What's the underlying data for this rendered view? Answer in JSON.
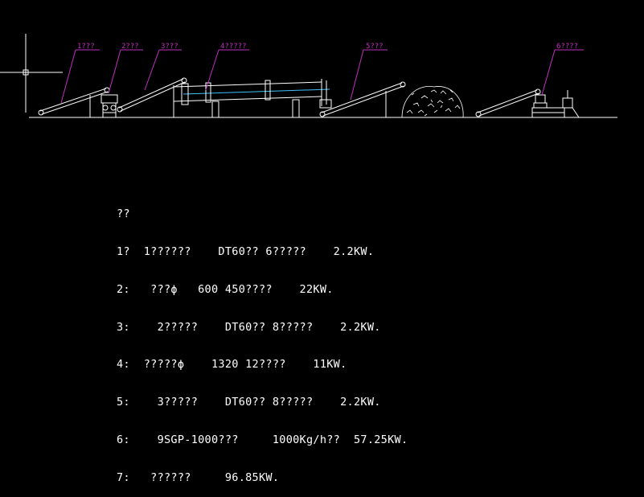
{
  "callouts": [
    "1???",
    "2???",
    "3???",
    "4?????",
    "5???",
    "6????"
  ],
  "notes": {
    "heading": "??",
    "lines": [
      "1?  1??????    DT60?? 6?????    2.2KW.",
      "2:   ???ϕ   600 450????    22KW.",
      "3:    2?????    DT60?? 8?????    2.2KW.",
      "4:  ?????ϕ    1320 12????    11KW.",
      "5:    3?????    DT60?? 8?????    2.2KW.",
      "6:    9SGP-1000???     1000Kg/h??  57.25KW.",
      "7:   ??????     96.85KW."
    ]
  },
  "colors": {
    "background": "#000000",
    "equipment": "#ffffff",
    "callout": "#c030c0",
    "axis": "#40c0ff",
    "text": "#ffffff"
  }
}
